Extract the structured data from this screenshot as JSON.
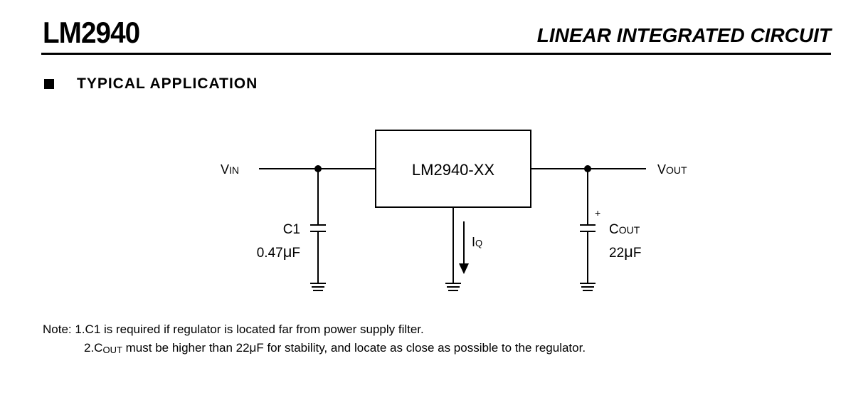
{
  "header": {
    "part_number": "LM2940",
    "doc_type": "LINEAR INTEGRATED CIRCUIT"
  },
  "section": {
    "title": "TYPICAL APPLICATION"
  },
  "schematic": {
    "vin_main": "V",
    "vin_sub": "IN",
    "vout_main": "V",
    "vout_sub": "OUT",
    "ic_label": "LM2940-XX",
    "c1_name": "C1",
    "c1_value": "0.47",
    "c1_unit": "F",
    "iq_main": "I",
    "iq_sub": "Q",
    "cout_main": "C",
    "cout_sub": "OUT",
    "cout_value": "22",
    "cout_unit": "F",
    "cout_polarity": "+",
    "micro": "μ"
  },
  "notes": {
    "prefix": "Note: ",
    "note1": "1.C1 is required if regulator is located far from power supply filter.",
    "note2_pre": "2.C",
    "note2_sub": "OUT",
    "note2_post": " must be higher than 22μF for stability, and locate as close as possible to the regulator."
  }
}
